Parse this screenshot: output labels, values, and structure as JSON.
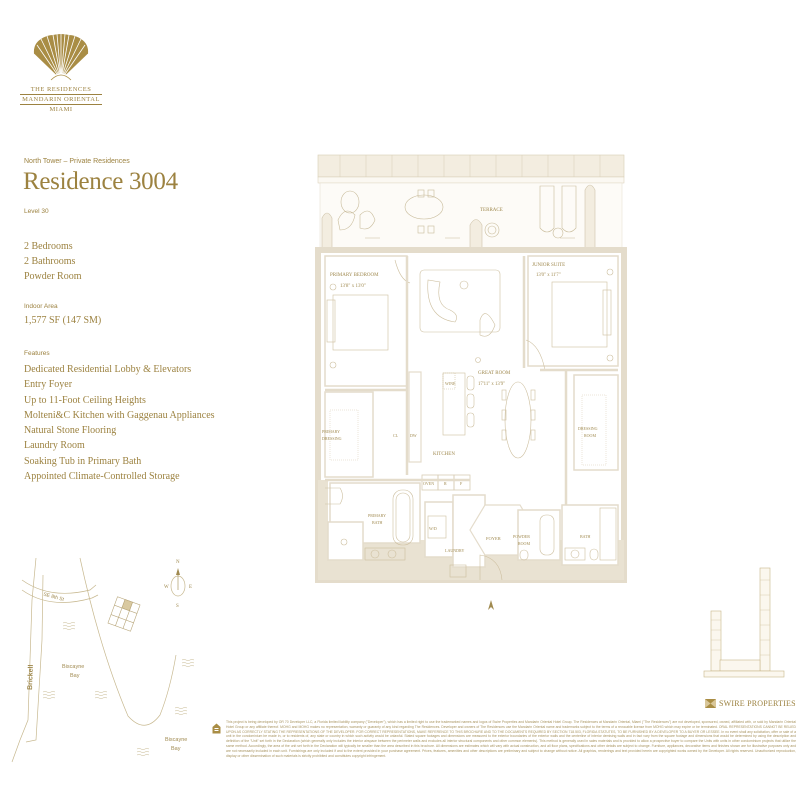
{
  "brand": {
    "logo_line1": "THE RESIDENCES",
    "logo_line2": "MANDARIN ORIENTAL",
    "logo_line3": "MIAMI",
    "accent_color": "#9c8240",
    "wall_color": "#e4dccb"
  },
  "residence": {
    "subtitle": "North Tower – Private Residences",
    "title": "Residence 3004",
    "level": "Level 30",
    "rooms": [
      "2 Bedrooms",
      "2 Bathrooms",
      "Powder Room"
    ],
    "indoor_area_label": "Indoor Area",
    "indoor_area_value": "1,577 SF (147 SM)",
    "features_label": "Features",
    "features": [
      "Dedicated Residential Lobby & Elevators",
      "Entry Foyer",
      "Up to 11-Foot Ceiling Heights",
      "Molteni&C Kitchen with Gaggenau Appliances",
      "Natural Stone Flooring",
      "Laundry Room",
      "Soaking Tub in Primary Bath",
      "Appointed Climate-Controlled Storage"
    ]
  },
  "floorplan": {
    "terrace": "TERRACE",
    "primary_bedroom": "PRIMARY BEDROOM",
    "primary_bedroom_dims": "13'8\" x 13'0\"",
    "junior_suite": "JUNIOR SUITE",
    "junior_suite_dims": "13'0\" x 11'7\"",
    "great_room": "GREAT ROOM",
    "great_room_dims": "17'11\" x 13'9\"",
    "wine": "WINE",
    "kitchen": "KITCHEN",
    "dw": "DW",
    "cl": "CL",
    "oven": "OVEN",
    "r": "R",
    "f": "F",
    "primary_dressing_1": "PRIMARY",
    "primary_dressing_2": "DRESSING",
    "dressing_room_1": "DRESSING",
    "dressing_room_2": "ROOM",
    "primary_bath_1": "PRIMARY",
    "primary_bath_2": "BATH",
    "wd": "W/D",
    "laundry": "LAUNDRY",
    "foyer": "FOYER",
    "powder_room_1": "POWDER",
    "powder_room_2": "ROOM",
    "bath": "BATH"
  },
  "map": {
    "street": "SE 8th St",
    "brickell": "Brickell",
    "bay1_line1": "Biscayne",
    "bay1_line2": "Bay",
    "bay2_line1": "Biscayne",
    "bay2_line2": "Bay",
    "compass_n": "N",
    "compass_s": "S",
    "compass_e": "E",
    "compass_w": "W"
  },
  "developer": {
    "name": "SWIRE PROPERTIES"
  },
  "disclaimer": "This project is being developed by OR 70 Developer LLC, a Florida limited liability company (\"Developer\"), which has a limited right to use the trademarked names and logos of Swire Properties and Mandarin Oriental Hotel Group. The Residences at Mandarin Oriental, Miami (\"The Residences\") are not developed, sponsored, owned, affiliated with, or sold by Mandarin Oriental Hotel Group or any affiliate thereof. MOHG and MOHG makes no representation, warranty or guaranty of any kind regarding The Residences. Developer and owners of The Residences use the Mandarin Oriental name and trademarks subject to the terms of a revocable license from MOHG which may expire or be terminated. ORAL REPRESENTATIONS CANNOT BE RELIED UPON AS CORRECTLY STATING THE REPRESENTATIONS OF THE DEVELOPER. FOR CORRECT REPRESENTATIONS, MAKE REFERENCE TO THIS BROCHURE AND TO THE DOCUMENTS REQUIRED BY SECTION 718.503, FLORIDA STATUTES, TO BE FURNISHED BY A DEVELOPER TO A BUYER OR LESSEE. In no event shall any solicitation, offer or sale of a unit in the condominium be made in, or to residents of, any state or country in which such activity would be unlawful. Stated square footages and dimensions are measured to the exterior boundaries of the exterior walls and the centerline of interior demising walls and in fact vary from the square footage and dimensions that would be determined by using the description and definition of the \"Unit\" set forth in the Declaration (which generally only includes the interior airspace between the perimeter walls and excludes all interior structural components and other common elements). This method is generally used in sales materials and is provided to allow a prospective buyer to compare the Units with units in other condominium projects that utilize the same method. Accordingly, the area of the unit set forth in the Declaration will typically be smaller than the area described in this brochure. All dimensions are estimates which will vary with actual construction, and all floor plans, specifications and other details are subject to change. Furniture, appliances, decorative items and finishes shown are for illustrative purposes only and are not necessarily included in each unit. Furnishings are only included if and to the extent provided in your purchase agreement. Prices, features, amenities and other descriptions are preliminary and subject to change without notice. All graphics, renderings and text provided herein are copyrighted works owned by the Developer. All rights reserved. Unauthorized reproduction, display or other dissemination of such materials is strictly prohibited and constitutes copyright infringement."
}
